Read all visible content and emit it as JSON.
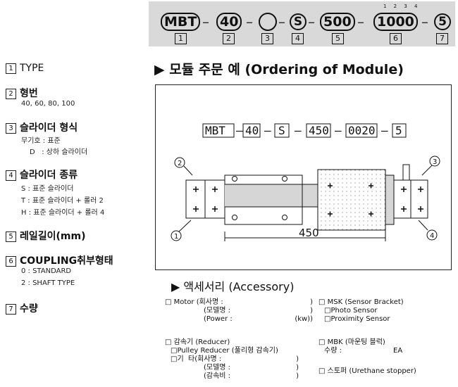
{
  "code": {
    "tokens": [
      "MBT",
      "40",
      "",
      "S",
      "500",
      "1000",
      "5"
    ],
    "separator": "–",
    "numbers": [
      "1",
      "2",
      "3",
      "4",
      "5",
      "6",
      "7"
    ],
    "small_digits": "1 2 3 4"
  },
  "left": {
    "items": [
      {
        "num": "1",
        "title": "TYPE",
        "lines": []
      },
      {
        "num": "2",
        "title": "형번",
        "lines": [
          "40, 60, 80, 100"
        ]
      },
      {
        "num": "3",
        "title": "슬라이더 형식",
        "lines": [
          "무기호 : 표준",
          "D   : 상하 슬라이더"
        ]
      },
      {
        "num": "4",
        "title": "슬라이더 종류",
        "lines": [
          "S : 표준 슬라이더",
          "T : 표준 슬라이더 + 롤러 2",
          "H : 표준 슬라이더 + 롤러 4"
        ]
      },
      {
        "num": "5",
        "title": "레일길이(mm)",
        "lines": []
      },
      {
        "num": "6",
        "title": "COUPLING취부형태",
        "lines": [
          "0 : STANDARD",
          "2 : SHAFT TYPE"
        ]
      },
      {
        "num": "7",
        "title": "수량",
        "lines": []
      }
    ]
  },
  "ordering": {
    "heading": "▶ 모듈 주문 예 (Ordering of Module)",
    "example": [
      "MBT",
      "40",
      "S",
      "450",
      "0020",
      "5"
    ],
    "dimension": "450",
    "callouts": [
      "1",
      "2",
      "3",
      "4"
    ]
  },
  "accessory": {
    "heading": "▶ 액세서리 (Accessory)",
    "motor": [
      "□ Motor (회사명 :",
      "(모델명 :",
      "(Power :"
    ],
    "motor_right": [
      ")",
      ")",
      "(kw))"
    ],
    "reducer": [
      "□ 감속기 (Reducer)",
      "□Pulley Reducer (풀리형 감속기)",
      "□기  타(회사명 :",
      "(모델명 :",
      "(감속비 :"
    ],
    "reducer_right": [
      ")",
      ")",
      ")"
    ],
    "msk": [
      "□ MSK (Sensor Bracket)",
      "□Photo Sensor",
      "□Proximity Sensor"
    ],
    "mbk": [
      "□ MBK (마운팅 블럭)",
      "수량 :",
      "EA"
    ],
    "stopper": "□ 스토퍼 (Urethane stopper)"
  }
}
